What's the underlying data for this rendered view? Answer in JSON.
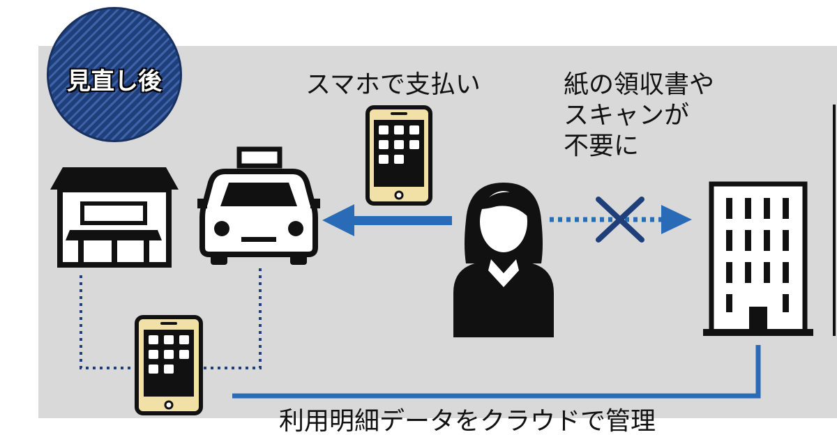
{
  "badge": {
    "label": "見直し後"
  },
  "labels": {
    "pay_by_smartphone": "スマホで支払い",
    "no_paper_line1": "紙の領収書や",
    "no_paper_line2": "スキャンが",
    "no_paper_line3": "不要に",
    "cloud_management": "利用明細データをクラウドで管理"
  },
  "icons": {
    "store": "store-icon",
    "taxi": "taxi-icon",
    "smartphone_top": "smartphone-icon",
    "smartphone_bottom": "smartphone-icon",
    "person": "person-icon",
    "office": "office-building-icon",
    "cross": "cross-mark-icon"
  },
  "colors": {
    "accent_blue": "#2a6bb8",
    "dotted_blue": "#1f3f7a",
    "phone_gold": "#f2e1a6",
    "panel_gray": "#d9d9d9",
    "badge_navy": "#1f3f7a"
  }
}
